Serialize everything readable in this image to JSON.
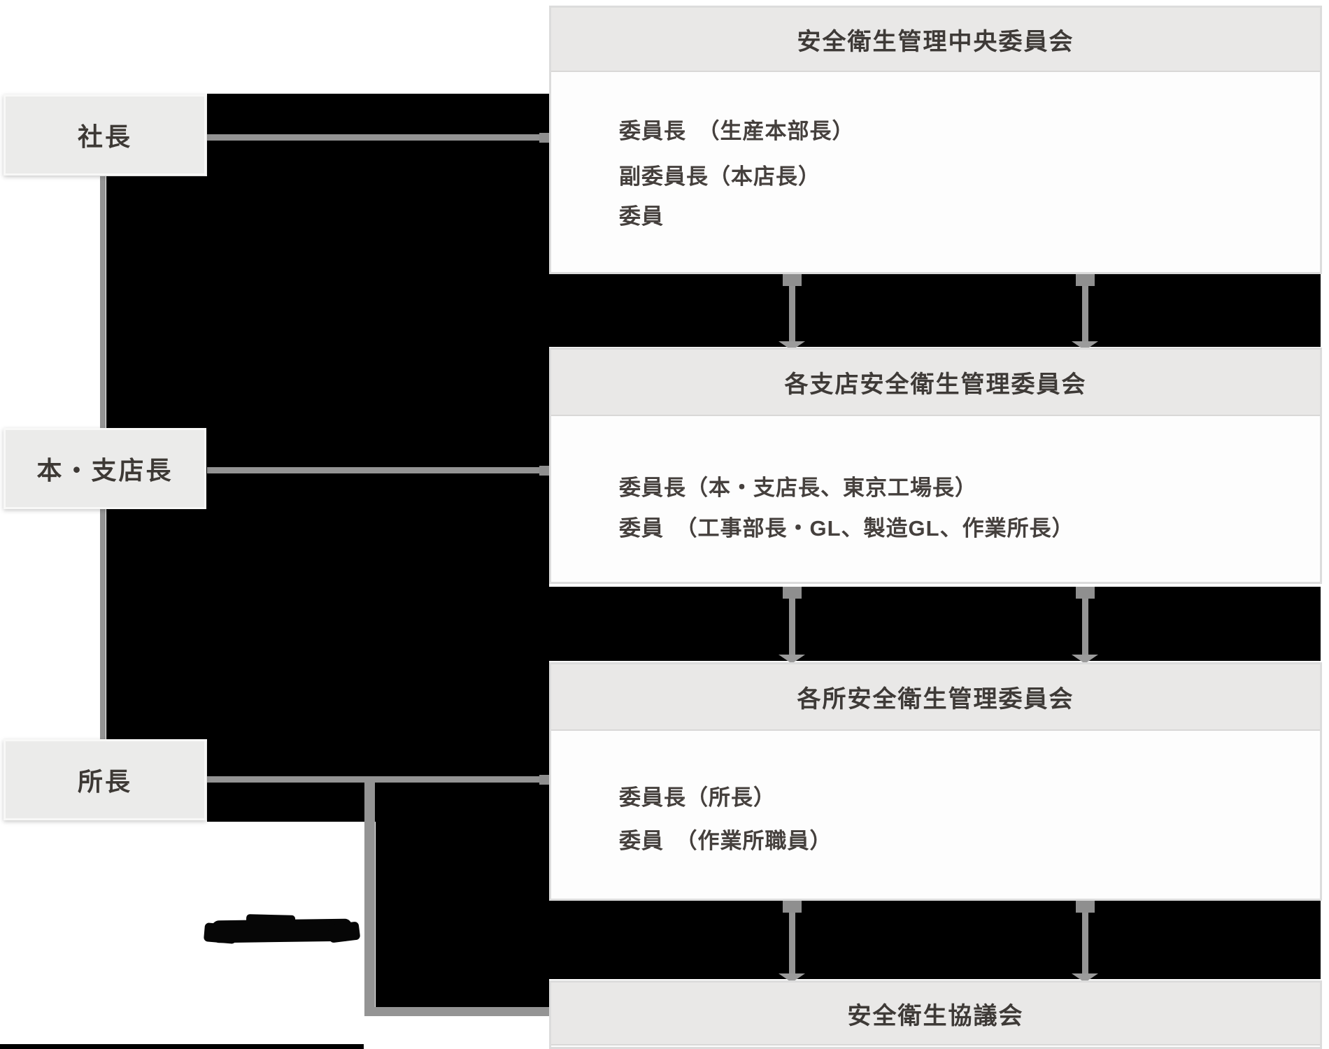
{
  "palette": {
    "background": "#ffffff",
    "redaction_black": "#000000",
    "connector_gray": "#949494",
    "panel_header_gray": "#e9e8e7",
    "role_box_gray": "#ebebea",
    "text_dark": "#3e3a37"
  },
  "left_column": {
    "boxes": [
      {
        "id": "president",
        "label": "社長"
      },
      {
        "id": "head-branch-manager",
        "label": "本・支店長"
      },
      {
        "id": "site-manager",
        "label": "所長"
      }
    ]
  },
  "panels": [
    {
      "id": "central-committee",
      "title": "安全衛生管理中央委員会",
      "lines": [
        "委員長　（生産本部長）",
        "副委員長（本店長）",
        "委員"
      ]
    },
    {
      "id": "branch-committee",
      "title": "各支店安全衛生管理委員会",
      "lines": [
        "委員長（本・支店長、東京工場長）",
        "委員　（工事部長・GL、製造GL、作業所長）"
      ]
    },
    {
      "id": "site-committee",
      "title": "各所安全衛生管理委員会",
      "lines": [
        "委員長（所長）",
        "委員　（作業所職員）"
      ]
    },
    {
      "id": "council",
      "title": "安全衛生協議会",
      "lines": []
    }
  ]
}
